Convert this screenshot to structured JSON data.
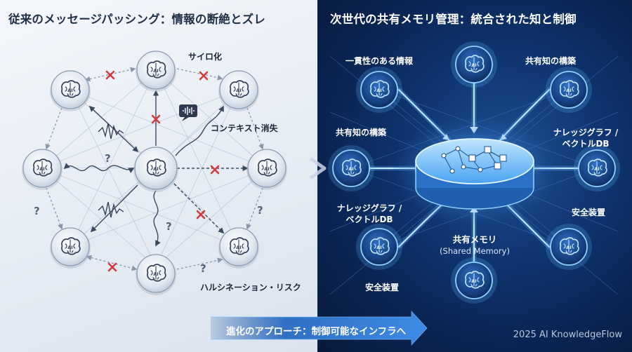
{
  "left_panel": {
    "title": "従来のメッセージパッシング：情報の断絶とズレ",
    "labels": {
      "silo": "サイロ化",
      "context_loss": "コンテキスト消失",
      "hallucination": "ハルシネーション・リスク"
    },
    "agent_badge": "AI"
  },
  "right_panel": {
    "title": "次世代の共有メモリ管理：統合された知と制御",
    "labels": {
      "consistent_info": "一貫性のある情報",
      "shared_knowledge_top": "共有知の構築",
      "shared_knowledge_left": "共有知の構築",
      "kg_right_1": "ナレッジグラフ /",
      "kg_right_2": "ベクトルDB",
      "kg_left_1": "ナレッジグラフ /",
      "kg_left_2": "ベクトルDB",
      "safety_right": "安全装置",
      "safety_bottom": "安全装置",
      "memory_title": "共有メモリ",
      "memory_sub": "(Shared Memory)"
    },
    "agent_badge": "AI"
  },
  "banner": {
    "text": "進化のアプローチ：制御可能なインフラへ"
  },
  "credit": "2025 AI KnowledgeFlow",
  "colors": {
    "left_bg": "#e6ecf4",
    "right_bg": "#0f3470",
    "accent_glow": "#5fb4ff",
    "cross": "#d23c3c"
  }
}
